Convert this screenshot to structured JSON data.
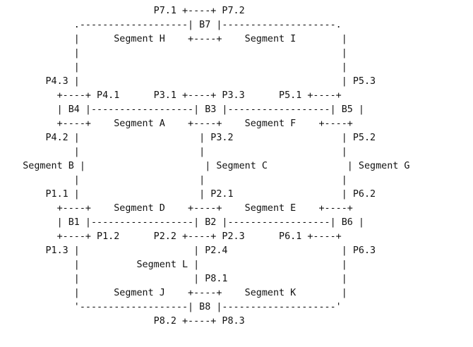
{
  "diagram": {
    "lines": [
      "                           P7.1 +----+ P7.2",
      "             .-------------------| B7 |--------------------.",
      "             |      Segment H    +----+    Segment I        |",
      "             |                                              |",
      "             |                                              |",
      "        P4.3 |                                              | P5.3",
      "          +----+ P4.1      P3.1 +----+ P3.3      P5.1 +----+",
      "          | B4 |------------------| B3 |------------------| B5 |",
      "          +----+    Segment A    +----+    Segment F    +----+",
      "        P4.2 |                     | P3.2                   | P5.2",
      "             |                     |                        |",
      "    Segment B |                     | Segment C              | Segment G",
      "             |                     |                        |",
      "        P1.1 |                     | P2.1                   | P6.2",
      "          +----+    Segment D    +----+    Segment E    +----+",
      "          | B1 |------------------| B2 |------------------| B6 |",
      "          +----+ P1.2      P2.2 +----+ P2.3      P6.1 +----+",
      "        P1.3 |                    | P2.4                    | P6.3",
      "             |          Segment L |                         |",
      "             |                    | P8.1                    |",
      "             |      Segment J    +----+    Segment K        |",
      "             '-------------------| B8 |--------------------'",
      "                           P8.2 +----+ P8.3"
    ]
  }
}
